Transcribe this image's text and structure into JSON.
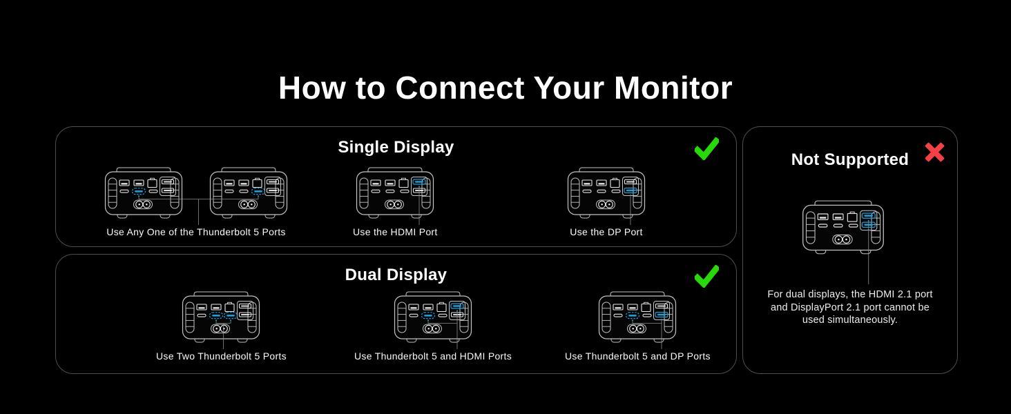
{
  "title": "How to Connect Your Monitor",
  "colors": {
    "background": "#000000",
    "panel_border": "#4e4e4e",
    "device_outline": "#c4c4c4",
    "port_outline": "#e8e8e8",
    "highlight_blue": "#1da0d8",
    "connector_line": "#8c8c8c",
    "check_green": "#27d907",
    "cross_red": "#f64046"
  },
  "sections": [
    {
      "id": "single-display",
      "title": "Single Display",
      "status": "supported",
      "status_icon": "check-icon",
      "figures": [
        {
          "caption": "Use Any One of the Thunderbolt 5 Ports",
          "devices": [
            {
              "highlights": [
                "thunderbolt-left"
              ]
            },
            {
              "highlights": [
                "thunderbolt-right"
              ]
            }
          ]
        },
        {
          "caption": "Use the HDMI Port",
          "devices": [
            {
              "highlights": [
                "hdmi"
              ]
            }
          ]
        },
        {
          "caption": "Use the DP Port",
          "devices": [
            {
              "highlights": [
                "dp"
              ]
            }
          ]
        }
      ]
    },
    {
      "id": "dual-display",
      "title": "Dual Display",
      "status": "supported",
      "status_icon": "check-icon",
      "figures": [
        {
          "caption": "Use Two Thunderbolt 5 Ports",
          "devices": [
            {
              "highlights": [
                "thunderbolt-left",
                "thunderbolt-right"
              ]
            }
          ]
        },
        {
          "caption": "Use Thunderbolt 5 and HDMI Ports",
          "devices": [
            {
              "highlights": [
                "thunderbolt-left",
                "hdmi"
              ]
            }
          ]
        },
        {
          "caption": "Use Thunderbolt 5 and DP Ports",
          "devices": [
            {
              "highlights": [
                "thunderbolt-left",
                "dp"
              ]
            }
          ]
        }
      ]
    },
    {
      "id": "not-supported",
      "title": "Not Supported",
      "status": "not-supported",
      "status_icon": "cross-icon",
      "figures": [
        {
          "caption": "",
          "devices": [
            {
              "highlights": [
                "hdmi",
                "dp"
              ]
            }
          ]
        }
      ],
      "note": "For dual displays, the HDMI 2.1 port and DisplayPort 2.1 port cannot be used simultaneously."
    }
  ]
}
